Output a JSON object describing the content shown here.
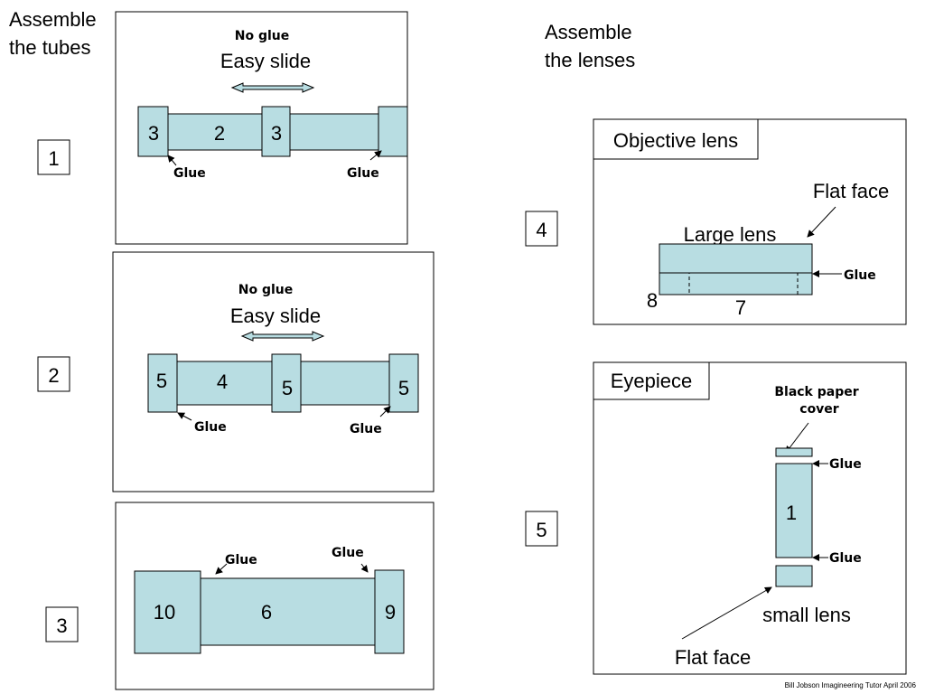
{
  "headings": {
    "tubes": [
      "Assemble",
      "the tubes"
    ],
    "lenses": [
      "Assemble",
      "the lenses"
    ]
  },
  "steps": [
    "1",
    "2",
    "3",
    "4",
    "5"
  ],
  "step1": {
    "no_glue": "No glue",
    "easy_slide": "Easy slide",
    "parts": [
      "3",
      "2",
      "3"
    ],
    "glue_left": "Glue",
    "glue_right": "Glue"
  },
  "step2": {
    "no_glue": "No glue",
    "easy_slide": "Easy slide",
    "parts": [
      "5",
      "4",
      "5",
      "5"
    ],
    "glue_left": "Glue",
    "glue_right": "Glue"
  },
  "step3": {
    "parts": [
      "10",
      "6",
      "9"
    ],
    "glue_left": "Glue",
    "glue_right": "Glue"
  },
  "step4": {
    "title": "Objective lens",
    "flat_face": "Flat face",
    "large_lens": "Large lens",
    "glue": "Glue",
    "parts": [
      "8",
      "7"
    ]
  },
  "step5": {
    "title": "Eyepiece",
    "black_paper": [
      "Black paper",
      "cover"
    ],
    "glue_top": "Glue",
    "glue_bottom": "Glue",
    "part": "1",
    "small_lens": "small lens",
    "flat_face": "Flat face"
  },
  "footer": "Bill Jobson   Imagineering Tutor   April 2006",
  "colors": {
    "part_fill": "#b8dde2",
    "stroke": "#000000"
  }
}
